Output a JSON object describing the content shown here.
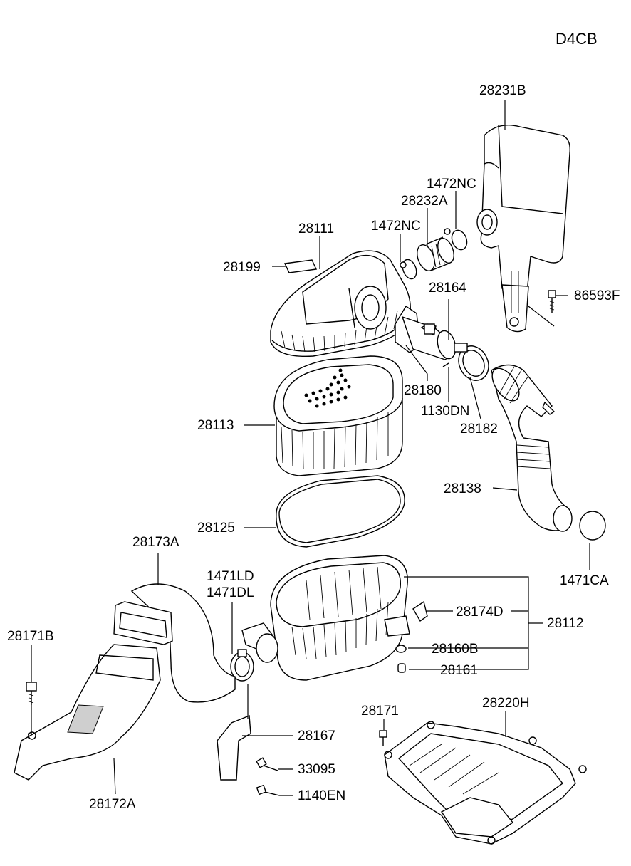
{
  "diagram": {
    "engine_code": "D4CB",
    "parts": {
      "p28231B": "28231B",
      "p1472NC_a": "1472NC",
      "p28232A": "28232A",
      "p1472NC_b": "1472NC",
      "p28111": "28111",
      "p28199": "28199",
      "p86593F": "86593F",
      "p28164": "28164",
      "p28180": "28180",
      "p1130DN": "1130DN",
      "p28182": "28182",
      "p28113": "28113",
      "p28138": "28138",
      "p28125": "28125",
      "p28173A": "28173A",
      "p1471LD": "1471LD",
      "p1471DL": "1471DL",
      "p1471CA": "1471CA",
      "p28174D": "28174D",
      "p28112": "28112",
      "p28171B": "28171B",
      "p28160B": "28160B",
      "p28161": "28161",
      "p28171": "28171",
      "p28220H": "28220H",
      "p28167": "28167",
      "p33095": "33095",
      "p1140EN": "1140EN",
      "p28172A": "28172A"
    }
  }
}
